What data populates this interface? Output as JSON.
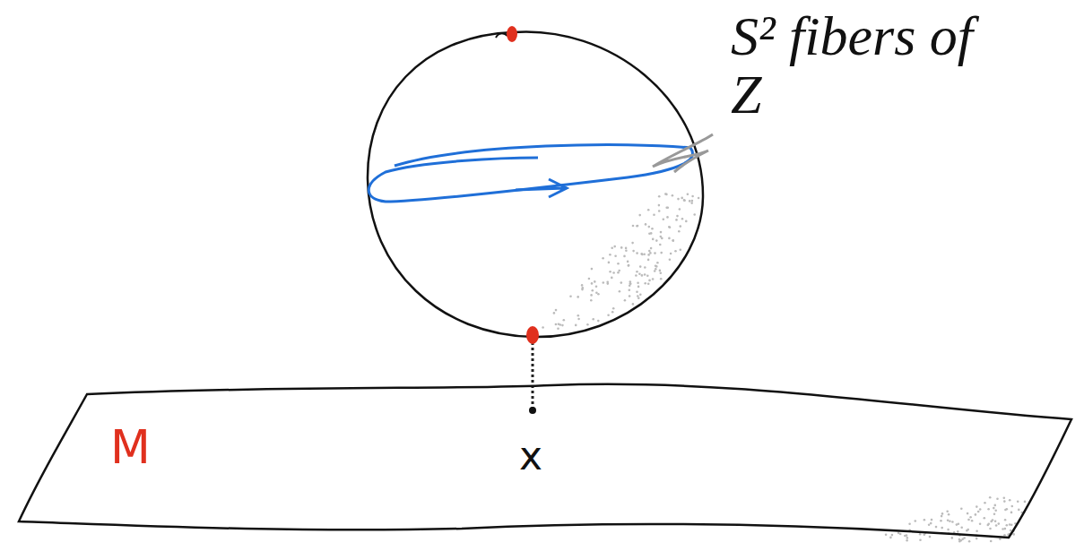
{
  "diagram": {
    "nodes": [
      {
        "text": [
          "M",
          "x"
        ]
      }
    ],
    "labels": [
      "S² fibers of Z"
    ]
  }
}
